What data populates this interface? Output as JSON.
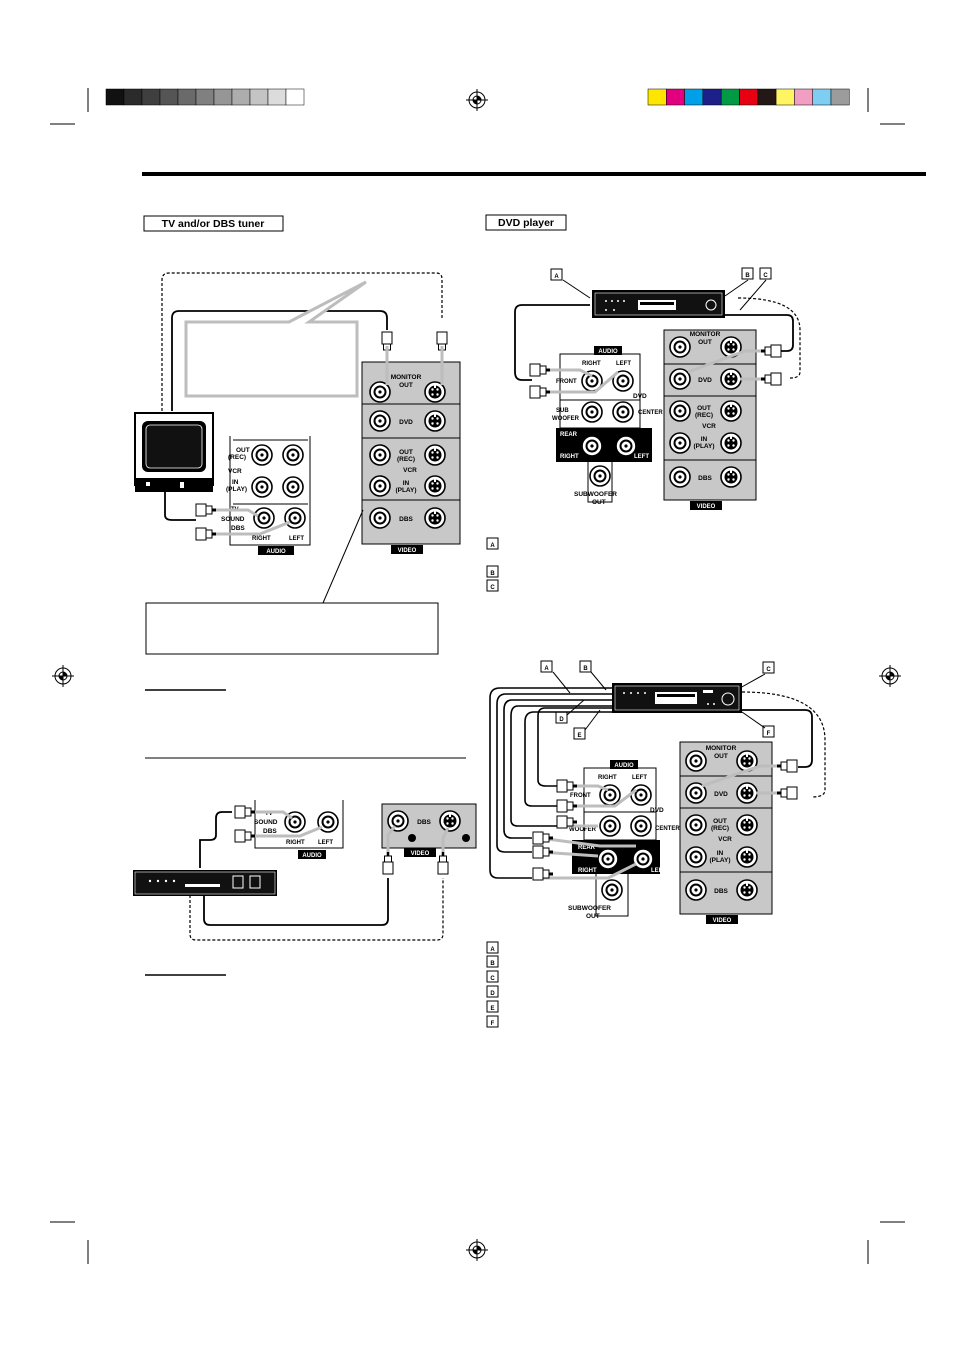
{
  "sections": {
    "tv_dbs": "TV and/or DBS tuner",
    "dvd": "DVD player"
  },
  "panel": {
    "audio": "AUDIO",
    "video": "VIDEO",
    "monitor_out": [
      "MONITOR",
      "OUT"
    ],
    "dvd": "DVD",
    "out_rec": [
      "OUT",
      "(REC)"
    ],
    "vcr": "VCR",
    "in_play": [
      "IN",
      "(PLAY)"
    ],
    "dbs": "DBS",
    "tv": "TV",
    "sound": "SOUND",
    "right": "RIGHT",
    "left": "LEFT",
    "front": "FRONT",
    "sub": "SUB",
    "woofer": "WOOFER",
    "center": "CENTER",
    "rear": "REAR",
    "subwoofer_out": [
      "SUBWOOFER",
      "OUT"
    ]
  },
  "markers": {
    "dvd1": [
      "A",
      "B",
      "C"
    ],
    "dvd2": [
      "A",
      "B",
      "C",
      "D",
      "E",
      "F"
    ]
  },
  "colors": {
    "panel": "#c8c8c8",
    "black": "#000000",
    "cable": "#bdbdbd",
    "reg_gray": [
      "#111111",
      "#2b2b2b",
      "#3f3f3f",
      "#555555",
      "#6a6a6a",
      "#808080",
      "#969696",
      "#adadad",
      "#c4c4c4",
      "#dcdcdc",
      "#ffffff"
    ],
    "reg_color": [
      "#ffe600",
      "#e3007f",
      "#00a0e9",
      "#1d2088",
      "#009944",
      "#e60012",
      "#231815",
      "#fff462",
      "#f19ec2",
      "#7ecef4",
      "#9c9c9c"
    ]
  }
}
